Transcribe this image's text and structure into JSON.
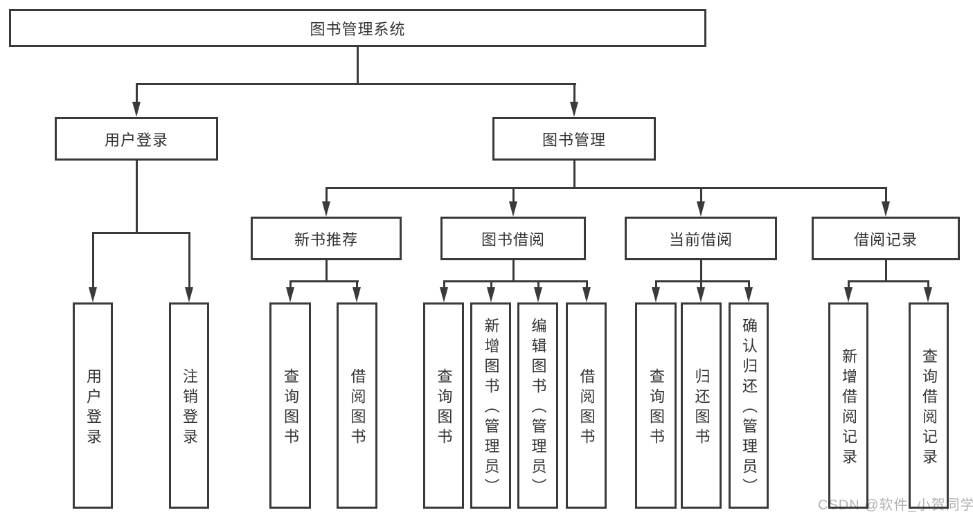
{
  "diagram": {
    "root": {
      "label": "图书管理系统"
    },
    "level2": [
      {
        "label": "用户登录"
      },
      {
        "label": "图书管理"
      }
    ],
    "level3": [
      {
        "label": "新书推荐"
      },
      {
        "label": "图书借阅"
      },
      {
        "label": "当前借阅"
      },
      {
        "label": "借阅记录"
      }
    ],
    "leaves": {
      "user_login": [
        {
          "label": "用户登录"
        },
        {
          "label": "注销登录"
        }
      ],
      "new_book_recommend": [
        {
          "label": "查询图书"
        },
        {
          "label": "借阅图书"
        }
      ],
      "book_borrow": [
        {
          "label": "查询图书"
        },
        {
          "label": "新增图书（管理员）"
        },
        {
          "label": "编辑图书（管理员）"
        },
        {
          "label": "借阅图书"
        }
      ],
      "current_borrow": [
        {
          "label": "查询图书"
        },
        {
          "label": "归还图书"
        },
        {
          "label": "确认归还（管理员）"
        }
      ],
      "borrow_records": [
        {
          "label": "新增借阅记录"
        },
        {
          "label": "查询借阅记录"
        }
      ]
    },
    "colors": {
      "line": "#3a3a3a",
      "text": "#333333",
      "background": "#ffffff",
      "watermark": "#b3b3b3"
    }
  },
  "watermark": {
    "text": "CSDN @软件_小贺同学"
  }
}
